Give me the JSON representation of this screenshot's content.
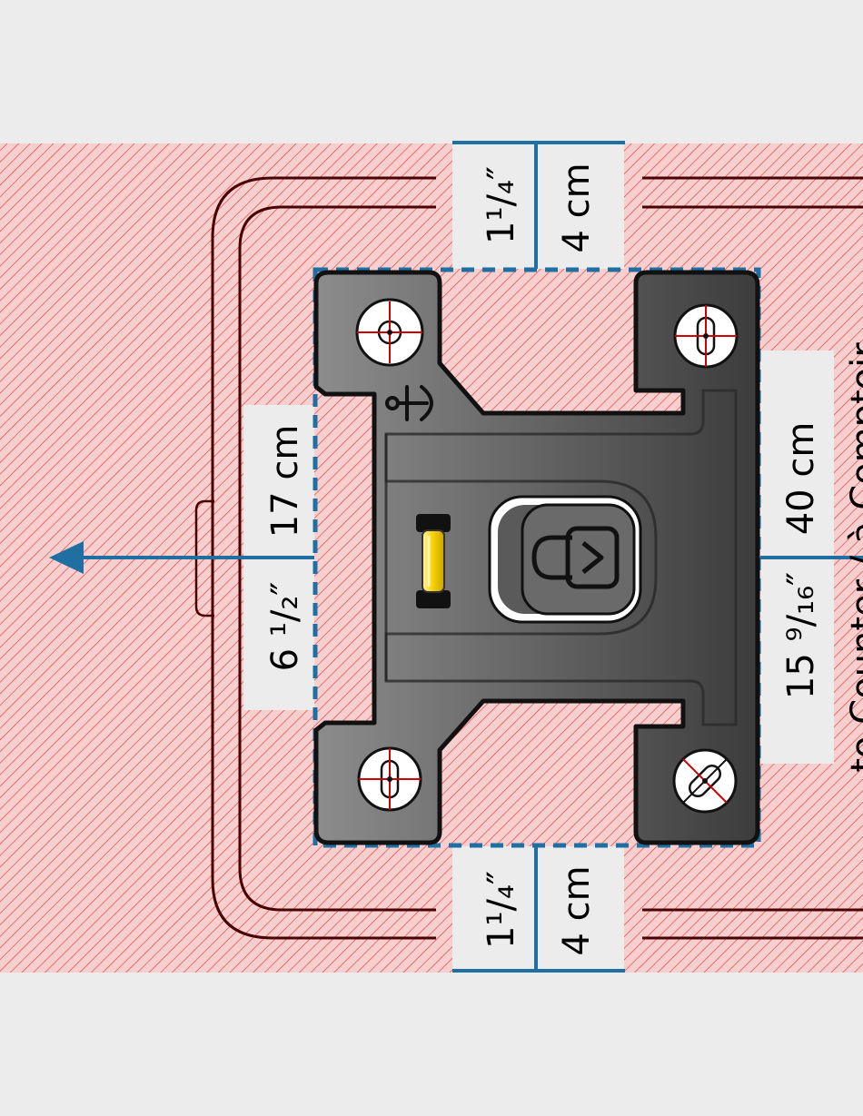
{
  "dimensions": {
    "top_left": "1¹/₄″",
    "top_right": "4 cm",
    "left_upper": "17 cm",
    "left_lower": "6 ¹/₂″",
    "right_upper": "40 cm",
    "right_lower": "15 ⁹/₁₆″",
    "bottom_left": "1¹/₄″",
    "bottom_right": "4 cm"
  },
  "side_label": "to Counter / à Comptoir",
  "colors": {
    "background": "#ececec",
    "hatch_fill": "#f7cfcf",
    "hatch_line": "#e03030",
    "dimension_line": "#1f6fa3",
    "dashed_outline": "#1f6fa3",
    "bracket_dark": "#3a3a3a",
    "bracket_light": "#8a8a8a",
    "level_bubble": "#f5d000",
    "screw_cross": "#d00000"
  },
  "icons": [
    "anchor-icon",
    "bubble-level-icon",
    "lock-icon",
    "screw-hole-icon",
    "arrow-left-icon"
  ]
}
